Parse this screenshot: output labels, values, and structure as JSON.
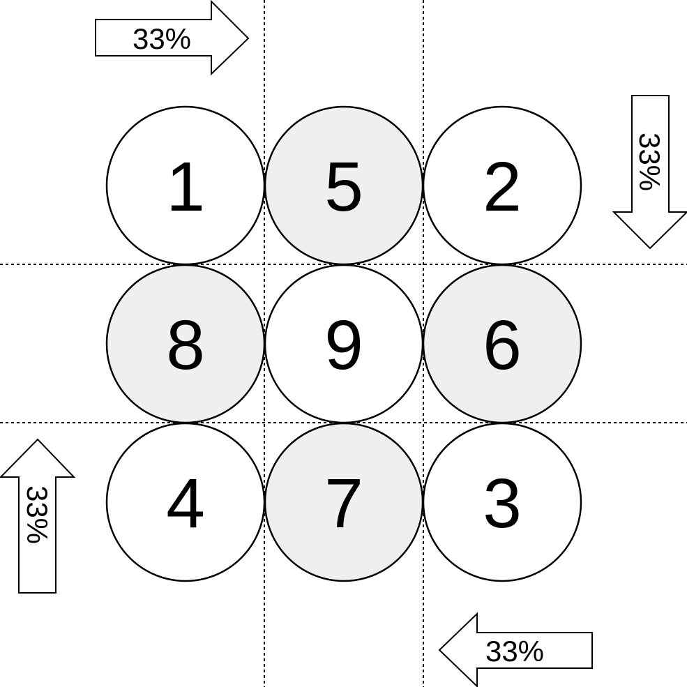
{
  "colors": {
    "plain_fill": "#ffffff",
    "shaded_fill": "#efefef",
    "stroke": "#000000"
  },
  "arrows": [
    {
      "label": "33%",
      "direction": "right"
    },
    {
      "label": "33%",
      "direction": "down"
    },
    {
      "label": "33%",
      "direction": "up"
    },
    {
      "label": "33%",
      "direction": "left"
    }
  ],
  "grid": {
    "rows": [
      [
        {
          "number": "1",
          "shaded": false
        },
        {
          "number": "5",
          "shaded": true
        },
        {
          "number": "2",
          "shaded": false
        }
      ],
      [
        {
          "number": "8",
          "shaded": true
        },
        {
          "number": "9",
          "shaded": false
        },
        {
          "number": "6",
          "shaded": true
        }
      ],
      [
        {
          "number": "4",
          "shaded": false
        },
        {
          "number": "7",
          "shaded": true
        },
        {
          "number": "3",
          "shaded": false
        }
      ]
    ]
  }
}
